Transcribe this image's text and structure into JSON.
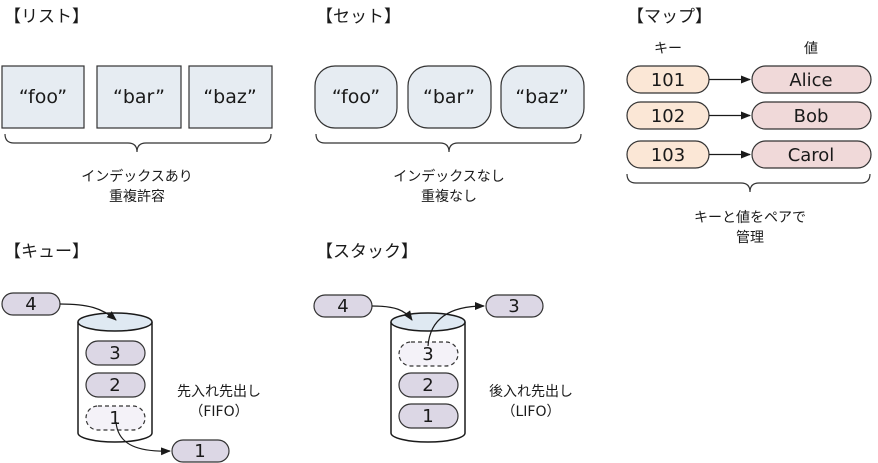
{
  "list": {
    "title": "【リスト】",
    "items": [
      "“foo”",
      "“bar”",
      "“baz”"
    ],
    "caption": [
      "インデックスあり",
      "重複許容"
    ]
  },
  "set": {
    "title": "【セット】",
    "items": [
      "“foo”",
      "“bar”",
      "“baz”"
    ],
    "caption": [
      "インデックスなし",
      "重複なし"
    ]
  },
  "map": {
    "title": "【マップ】",
    "key_header": "キー",
    "value_header": "値",
    "entries": [
      {
        "key": "101",
        "value": "Alice"
      },
      {
        "key": "102",
        "value": "Bob"
      },
      {
        "key": "103",
        "value": "Carol"
      }
    ],
    "caption": [
      "キーと値をペアで",
      "管理"
    ]
  },
  "queue": {
    "title": "【キュー】",
    "incoming": "4",
    "stack_items": [
      "3",
      "2",
      "1"
    ],
    "outgoing": "1",
    "caption": [
      "先入れ先出し",
      "（FIFO）"
    ]
  },
  "stack": {
    "title": "【スタック】",
    "incoming": "4",
    "outgoing": "3",
    "stack_items": [
      "3",
      "2",
      "1"
    ],
    "caption": [
      "後入れ先出し",
      "（LIFO）"
    ]
  },
  "colors": {
    "box_fill": "#e6ecf2",
    "key_fill": "#fbe7d6",
    "value_fill": "#f0d9d9",
    "pill_fill": "#dcd7e5",
    "cylinder_top": "#dfe9f2"
  }
}
